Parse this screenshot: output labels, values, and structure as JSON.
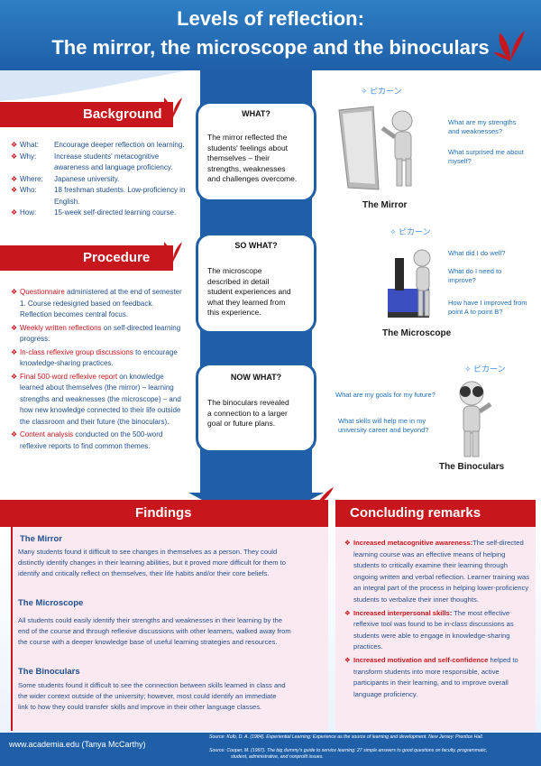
{
  "header": {
    "title_line1": "Levels of reflection:",
    "title_line2": "The mirror, the microscope and the binoculars"
  },
  "background": {
    "heading": "Background",
    "items": [
      {
        "label": "What:",
        "lines": [
          "Encourage deeper reflection on learning."
        ]
      },
      {
        "label": "Why:",
        "lines": [
          "Increase students' metacognitive",
          "awareness and language proficiency."
        ]
      },
      {
        "label": "Where:",
        "lines": [
          "Japanese university."
        ]
      },
      {
        "label": "Who:",
        "lines": [
          "18 freshman students. Low-proficiency in",
          "English."
        ]
      },
      {
        "label": "How:",
        "lines": [
          "15-week self-directed learning course."
        ]
      }
    ]
  },
  "procedure": {
    "heading": "Procedure",
    "items": [
      {
        "red": "Questionnaire",
        "text": " administered at the end of semester 1. Course redesigned based on feedback. Reflection becomes central focus."
      },
      {
        "red": "Weekly written reflections",
        "text": " on self-directed learning progress."
      },
      {
        "red": "In-class reflexive group discussions",
        "text": " to encourage knowledge-sharing practices."
      },
      {
        "red": "Final 500-word reflexive report",
        "text": " on knowledge learned about themselves (the mirror) – learning strengths and weaknesses (the microscope) – and how new knowledge connected to their life outside the classroom and their future (the binoculars)."
      },
      {
        "red": "Content analysis",
        "text": " conducted on the 500-word reflexive reports to find common themes."
      }
    ]
  },
  "cards": [
    {
      "title": "WHAT?",
      "lines": [
        "The mirror reflected the",
        "students' feelings about",
        "themselves – their",
        "strengths, weaknesses",
        "and challenges overcome."
      ]
    },
    {
      "title": "SO WHAT?",
      "lines": [
        "The microscope",
        "described in detail",
        "student experiences and",
        "what they learned from",
        "this experience."
      ]
    },
    {
      "title": "NOW WHAT?",
      "lines": [
        "The binoculars revealed",
        "a connection to a larger",
        "goal or future plans."
      ]
    }
  ],
  "right": {
    "jp_label": "✧ ピカーン",
    "mirror": {
      "caption": "The Mirror",
      "questions": [
        "What are my strengths and weaknesses?",
        "What surprised me about myself?"
      ]
    },
    "microscope": {
      "caption": "The Microscope",
      "questions": [
        "What did I do well?",
        "What do I need to improve?",
        "How have I improved from point A to point B?"
      ]
    },
    "binoculars": {
      "caption": "The Binoculars",
      "questions": [
        "What are my goals for my future?",
        "What skills will help me in my university career and beyond?"
      ]
    }
  },
  "findings": {
    "heading": "Findings",
    "mirror": {
      "title": "The Mirror",
      "lines": [
        "Many students found it difficult to see changes in themselves as a person. They could",
        "distinctly identify changes in their learning abilities, but it proved more difficult for them to",
        "identify and critically reflect on themselves, their life habits and/or their core beliefs."
      ]
    },
    "microscope": {
      "title": "The Microscope",
      "lines": [
        "All students could easily identify their strengths and weaknesses in their learning by the",
        "end of the course and through reflexive discussions with other learners, walked away from",
        "the course with a deeper knowledge base of useful learning strategies and resources."
      ]
    },
    "binoculars": {
      "title": "The Binoculars",
      "lines": [
        "Some students found it difficult to see the connection between skills learned in class and",
        "the wider context outside of the university; however, most could identify an immediate",
        "link to how they could transfer skills and improve in their other language classes."
      ]
    }
  },
  "conclusions": {
    "heading": "Concluding remarks",
    "items": [
      {
        "bold": "Increased metacognitive awareness:",
        "text": "The self-directed learning course was an effective means of helping students to critically examine their learning through ongoing written and verbal reflection. Learner training was an integral part of the process in helping lower-proficiency students to verbalize their inner thoughts."
      },
      {
        "bold": "Increased interpersonal skills:",
        "text": " The most effective reflexive tool was found to be in-class discussions as students were able to engage in knowledge-sharing practices."
      },
      {
        "bold": "Increased motivation and self-confidence",
        "text": " helped to transform students into more responsible, active participants in their learning, and to improve overall language proficiency."
      }
    ]
  },
  "footer": {
    "url": "www.academia.edu  (Tanya McCarthy)",
    "source1": "Source: Kolb, D. A. (1984). Experiential Learning: Experience as the source of learning and development. New Jersey: Prentice Hall.",
    "source2_line1": "Source: Cooper, M. (1997). The big dummy's guide to service learning: 27 simple answers to good questions on faculty, programmatic,",
    "source2_line2": "student, administrative, and nonprofit issues."
  },
  "colors": {
    "accent_red": "#c8161d",
    "blue": "#1e5fa8",
    "text_blue": "#1f4e8c"
  }
}
